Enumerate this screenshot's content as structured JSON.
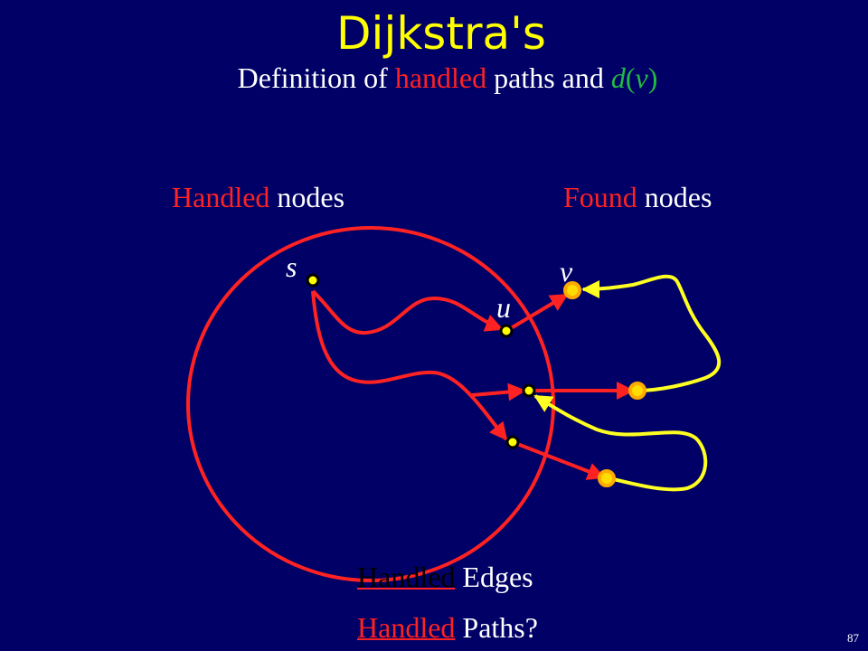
{
  "slide": {
    "title": "Dijkstra's",
    "subtitle": {
      "part1": "Definition  of ",
      "handled": "handled",
      "part2": " paths and ",
      "d": "d",
      "open": "(",
      "v": "v",
      "close": ")"
    },
    "number": "87"
  },
  "regions": {
    "handled_word": "Handled",
    "handled_rest": " nodes",
    "found_word": "Found",
    "found_rest": " nodes"
  },
  "nodes": {
    "s": "s",
    "u": "u",
    "v": "v"
  },
  "legend": {
    "edges_word": "Handled",
    "edges_rest": " Edges",
    "paths_word": "Handled",
    "paths_rest": " Paths?"
  },
  "colors": {
    "background": "#000066",
    "title": "#ffff00",
    "handled_red": "#ff2222",
    "found_yellow": "#ffff22",
    "d_green": "#22bb44",
    "orange_node": "#ffaa00"
  }
}
